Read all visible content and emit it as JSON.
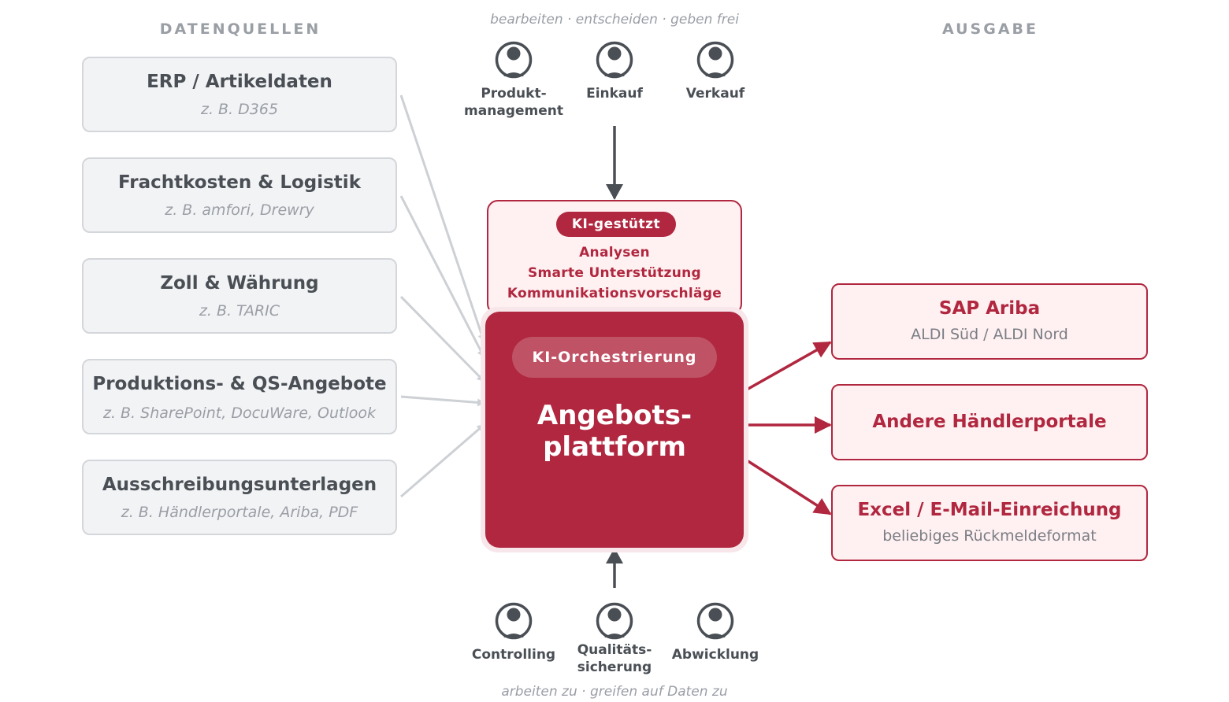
{
  "headers": {
    "sources": "DATENQUELLEN",
    "output": "AUSGABE",
    "top_caption": "bearbeiten · entscheiden · geben frei",
    "bottom_caption": "arbeiten zu · greifen auf Daten zu"
  },
  "sources": [
    {
      "title": "ERP / Artikeldaten",
      "subtitle": "z. B. D365"
    },
    {
      "title": "Frachtkosten & Logistik",
      "subtitle": "z. B. amfori, Drewry"
    },
    {
      "title": "Zoll & Währung",
      "subtitle": "z. B. TARIC"
    },
    {
      "title": "Produktions- & QS-Angebote",
      "subtitle": "z. B. SharePoint, DocuWare, Outlook"
    },
    {
      "title": "Ausschreibungsunterlagen",
      "subtitle": "z. B. Händlerportale, Ariba, PDF"
    }
  ],
  "top_roles": [
    {
      "line1": "Produkt-",
      "line2": "management"
    },
    {
      "line1": "Einkauf",
      "line2": ""
    },
    {
      "line1": "Verkauf",
      "line2": ""
    }
  ],
  "bottom_roles": [
    {
      "line1": "Controlling",
      "line2": ""
    },
    {
      "line1": "Qualitäts-",
      "line2": "sicherung"
    },
    {
      "line1": "Abwicklung",
      "line2": ""
    }
  ],
  "ki_box": {
    "badge": "KI-gestützt",
    "lines": [
      "Analysen",
      "Smarte Unterstützung",
      "Kommunikationsvorschläge"
    ]
  },
  "platform": {
    "pill": "KI-Orchestrierung",
    "title_line1": "Angebots-",
    "title_line2": "plattform"
  },
  "outputs": [
    {
      "title": "SAP Ariba",
      "subtitle": "ALDI Süd / ALDI Nord"
    },
    {
      "title": "Andere Händlerportale",
      "subtitle": ""
    },
    {
      "title": "Excel / E-Mail-Einreichung",
      "subtitle": "beliebiges Rückmeldeformat"
    }
  ],
  "colors": {
    "accent": "#b0273f",
    "accent_light": "#fff0f1",
    "text_dark": "#4a4f55",
    "text_muted": "#9a9ea5",
    "source_bg": "#f2f3f5",
    "connector_gray": "#cdd0d4"
  }
}
